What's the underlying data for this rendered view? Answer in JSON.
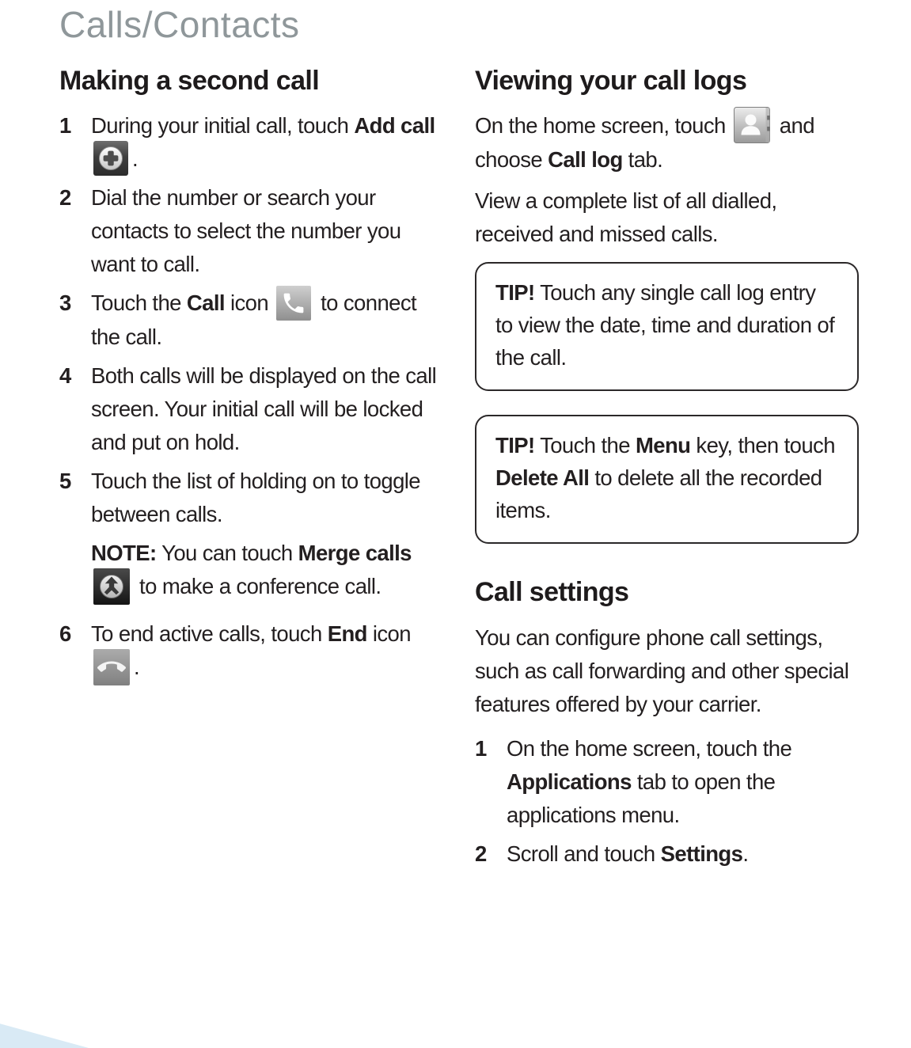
{
  "title": "Calls/Contacts",
  "colors": {
    "title_gray": "#8F979A",
    "body_text": "#231F20",
    "tip_border": "#2B2829",
    "corner_wedge": "#D9EAF5"
  },
  "icons": {
    "add_call": "add-call-icon",
    "call": "call-icon",
    "merge_calls": "merge-calls-icon",
    "end_call": "end-call-icon",
    "contacts": "contacts-book-icon"
  },
  "left": {
    "heading": "Making a second call",
    "steps": {
      "s1": {
        "num": "1",
        "t1": "During your initial call, touch ",
        "b1": "Add call",
        "t2": "."
      },
      "s2": {
        "num": "2",
        "t1": "Dial the number or search your contacts to select the number you want to call."
      },
      "s3": {
        "num": "3",
        "t1": "Touch the ",
        "b1": "Call",
        "t2": " icon ",
        "t3": " to connect the call."
      },
      "s4": {
        "num": "4",
        "t1": "Both calls will be displayed on the call screen. Your initial call will be locked and put on hold."
      },
      "s5": {
        "num": "5",
        "t1": "Touch the list of holding on to toggle between calls.",
        "note_b1": "NOTE:",
        "note_t1": " You can touch ",
        "note_b2": "Merge calls",
        "note_t2": " to make a conference call."
      },
      "s6": {
        "num": "6",
        "t1": "To end active calls, touch ",
        "b1": "End",
        "t2": " icon ",
        "t3": "."
      }
    }
  },
  "right": {
    "heading1": "Viewing your call logs",
    "p1": {
      "t1": "On the home screen, touch ",
      "t2": " and choose ",
      "b1": "Call log",
      "t3": " tab."
    },
    "p2": "View a complete list of all dialled, received and missed calls.",
    "tip1": {
      "b1": "TIP!",
      "t1": " Touch any single call log entry to view the date, time and duration of the call."
    },
    "tip2": {
      "b1": "TIP!",
      "t1": " Touch the ",
      "b2": "Menu",
      "t2": " key, then touch ",
      "b3": "Delete All",
      "t3": " to delete all the recorded items."
    },
    "heading2": "Call settings",
    "p3": "You can configure phone call settings, such as call forwarding and other special features offered by your carrier.",
    "steps": {
      "s1": {
        "num": "1",
        "t1": "On the home screen, touch the ",
        "b1": "Applications",
        "t2": " tab to open the applications menu."
      },
      "s2": {
        "num": "2",
        "t1": "Scroll and touch ",
        "b1": "Settings",
        "t2": "."
      }
    }
  }
}
